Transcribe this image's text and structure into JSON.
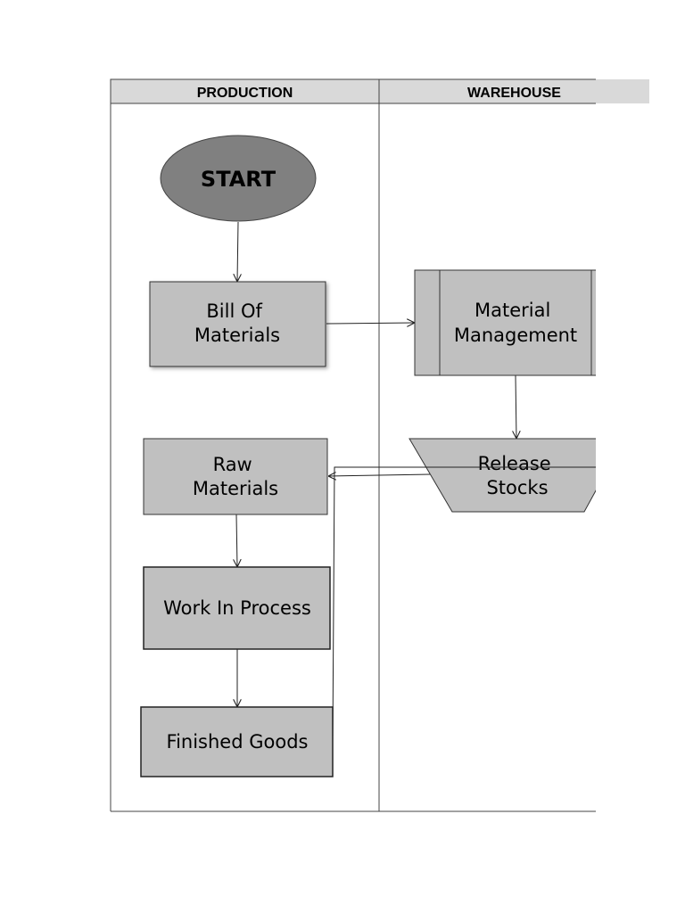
{
  "lanes": [
    {
      "id": "production",
      "label": "PRODUCTION"
    },
    {
      "id": "warehouse",
      "label": "WAREHOUSE"
    }
  ],
  "nodes": {
    "start": {
      "label": "START",
      "shape": "ellipse",
      "color": "#808080"
    },
    "bill_of_materials": {
      "lines": [
        "Bill Of",
        "Materials"
      ],
      "shape": "rectangle",
      "color": "#c0c0c0"
    },
    "material_management": {
      "lines": [
        "Material",
        "Management"
      ],
      "shape": "predefined-process",
      "color": "#c0c0c0"
    },
    "release_stocks": {
      "lines": [
        "Release",
        "Stocks"
      ],
      "shape": "manual-operation",
      "color": "#c0c0c0"
    },
    "raw_materials": {
      "lines": [
        "Raw",
        "Materials"
      ],
      "shape": "rectangle",
      "color": "#c0c0c0"
    },
    "work_in_process": {
      "lines": [
        "Work In Process"
      ],
      "shape": "rectangle",
      "color": "#c0c0c0"
    },
    "finished_goods": {
      "lines": [
        "Finished Goods"
      ],
      "shape": "rectangle",
      "color": "#c0c0c0"
    }
  },
  "edges": [
    {
      "from": "start",
      "to": "bill_of_materials"
    },
    {
      "from": "bill_of_materials",
      "to": "material_management"
    },
    {
      "from": "material_management",
      "to": "release_stocks"
    },
    {
      "from": "release_stocks",
      "to": "raw_materials"
    },
    {
      "from": "raw_materials",
      "to": "work_in_process"
    },
    {
      "from": "work_in_process",
      "to": "finished_goods"
    },
    {
      "from": "finished_goods",
      "to": "release_stocks"
    }
  ],
  "colors": {
    "header_fill": "#d9d9d9",
    "line": "#222222"
  }
}
